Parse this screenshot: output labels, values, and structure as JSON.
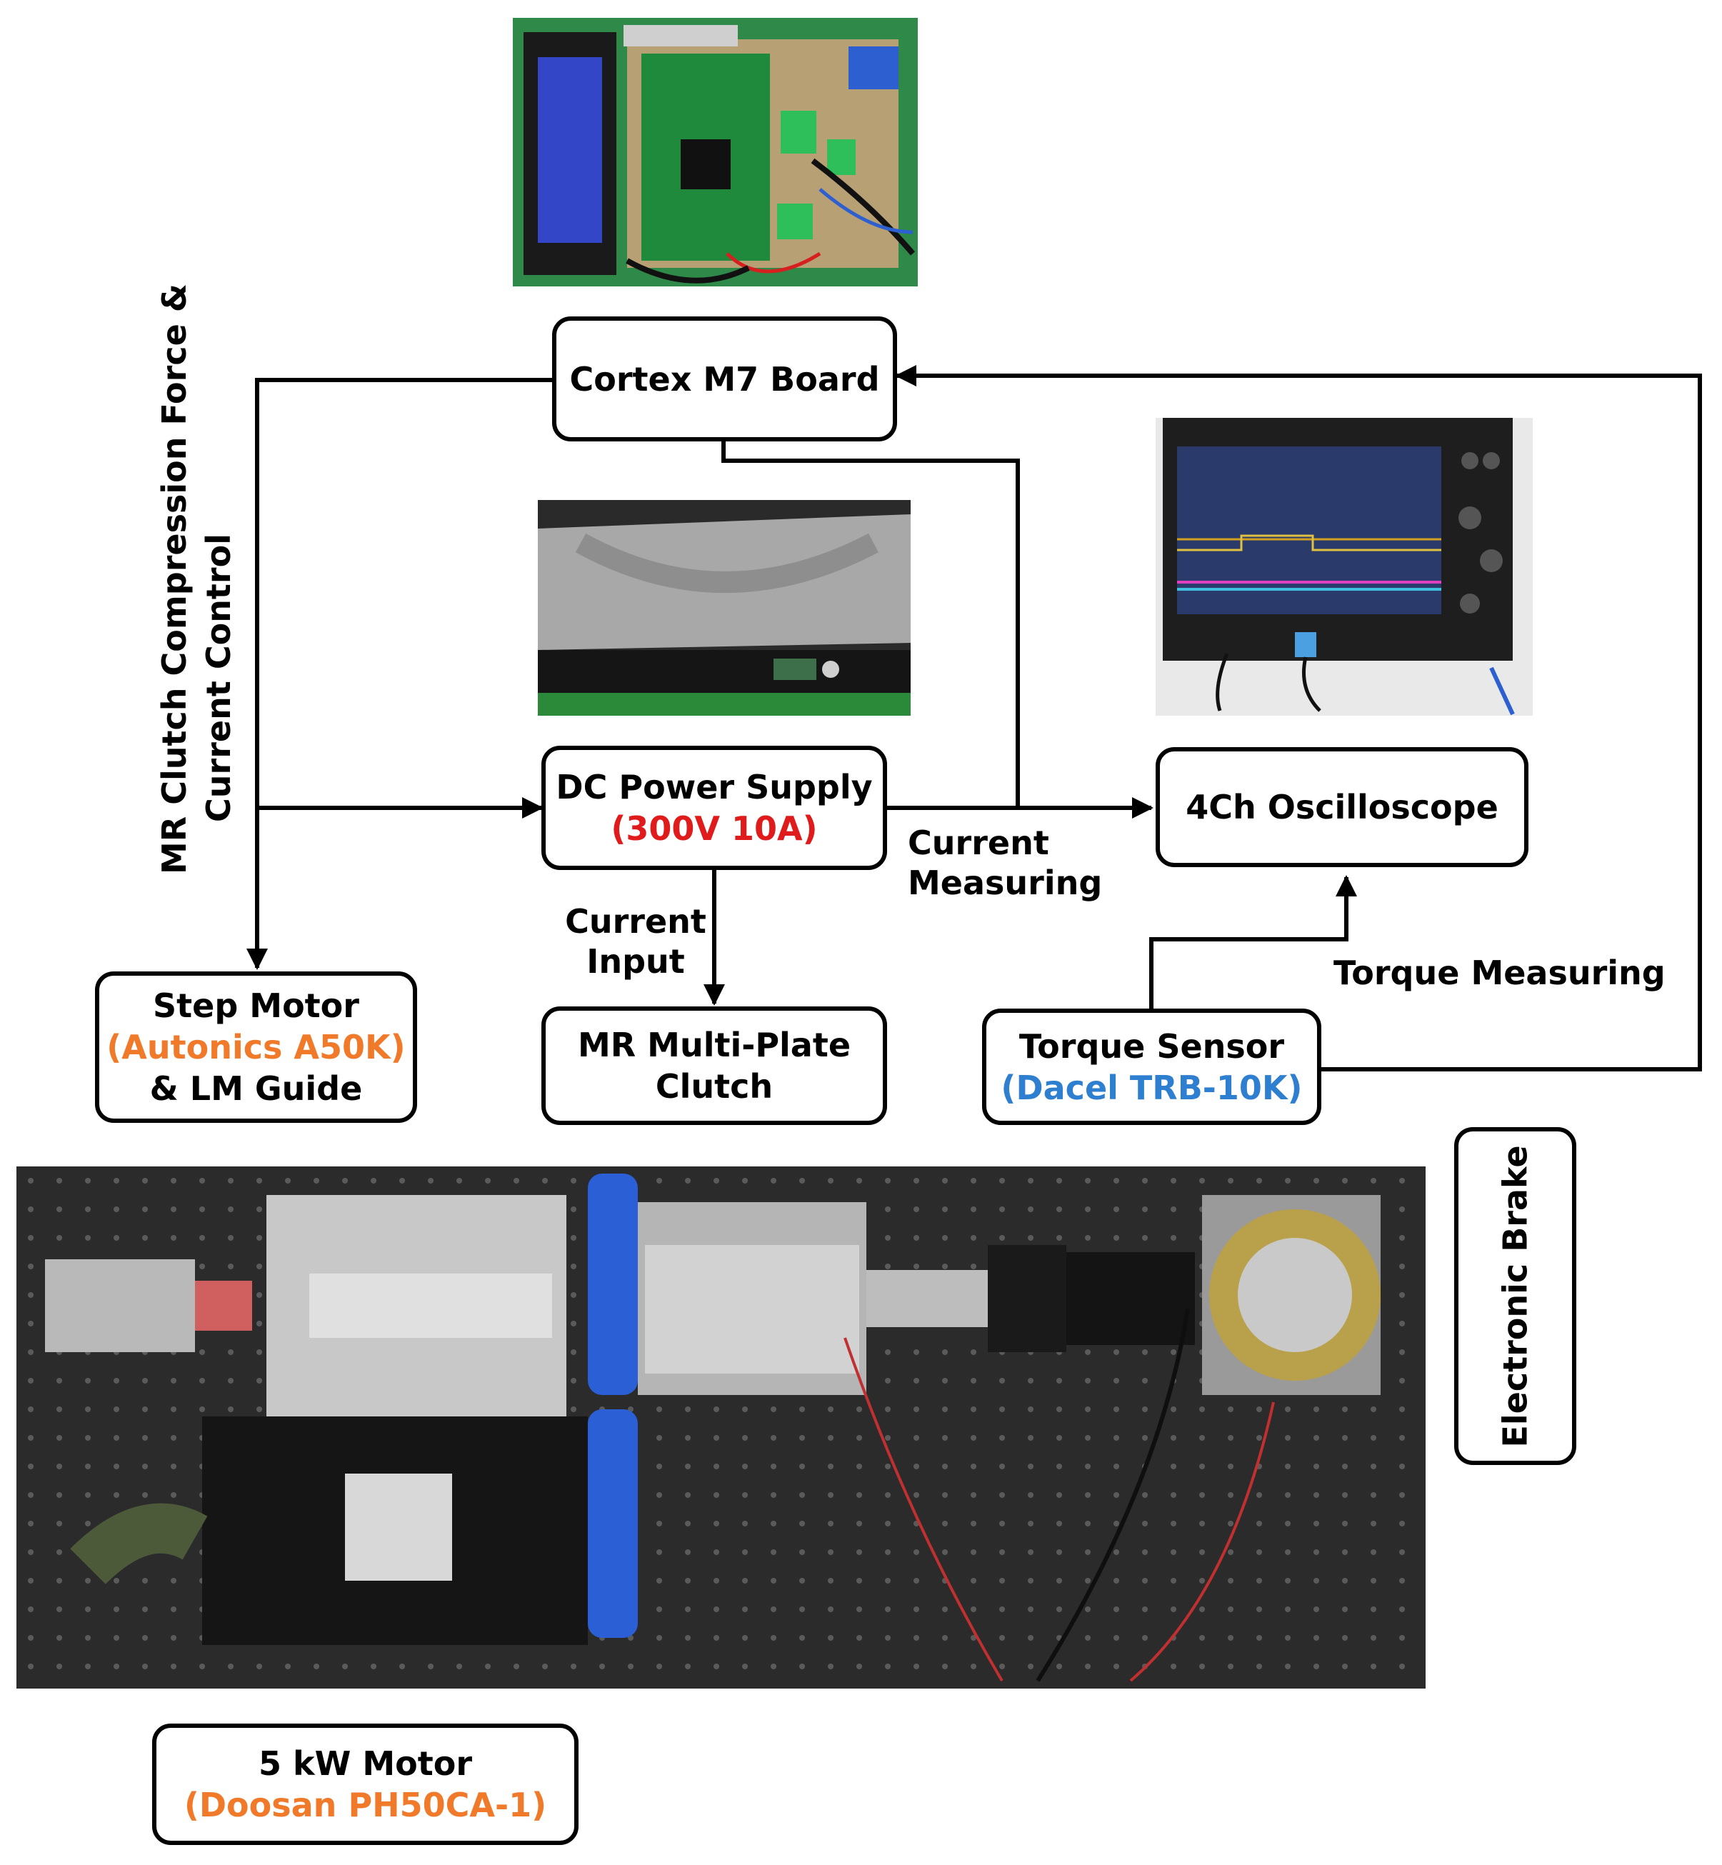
{
  "boxes": {
    "cortex": "Cortex M7 Board",
    "dc_power": {
      "name": "DC Power Supply",
      "spec": "(300V 10A)"
    },
    "oscilloscope": "4Ch Oscilloscope",
    "step_motor": {
      "name": "Step Motor",
      "model": "(Autonics A50K)",
      "extra": "& LM Guide"
    },
    "clutch": {
      "line1": "MR Multi-Plate",
      "line2": "Clutch"
    },
    "torque_sensor": {
      "name": "Torque Sensor",
      "model": "(Dacel TRB-10K)"
    },
    "brake": "Electronic Brake",
    "motor": {
      "name": "5 kW Motor",
      "model": "(Doosan PH50CA-1)"
    }
  },
  "labels": {
    "control_line1": "MR Clutch Compression Force &",
    "control_line2": "Current Control",
    "current_input_1": "Current",
    "current_input_2": "Input",
    "current_measuring_1": "Current",
    "current_measuring_2": "Measuring",
    "torque_measuring": "Torque Measuring"
  },
  "colors": {
    "spec_red": "#e01b1b",
    "model_orange": "#f07a2a",
    "model_blue": "#2f7fd0"
  }
}
